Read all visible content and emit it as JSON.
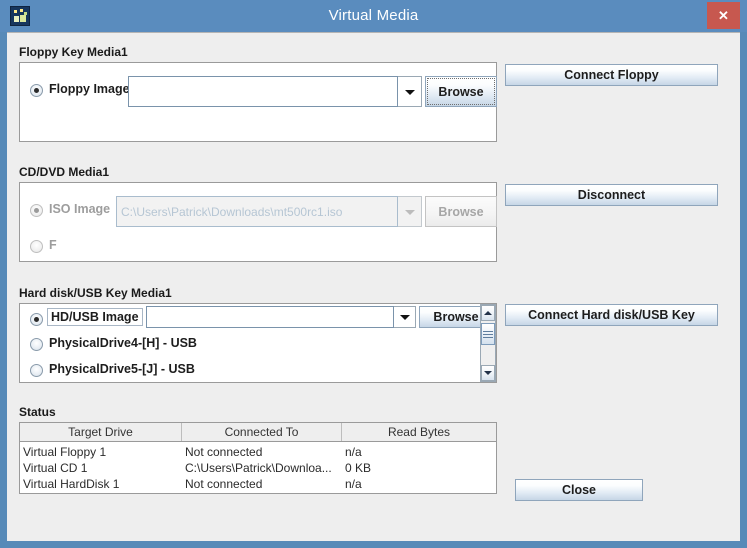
{
  "window": {
    "title": "Virtual Media",
    "icon": "app-icon",
    "close_label": "✕",
    "accent_title_bg": "#5a8cbe",
    "close_bg": "#c7584f",
    "panel_bg": "#eeeeee"
  },
  "floppy": {
    "group_label": "Floppy Key Media1",
    "radio_label": "Floppy Image",
    "radio_selected": true,
    "combo_value": "",
    "browse_label": "Browse",
    "action_label": "Connect Floppy"
  },
  "cddvd": {
    "group_label": "CD/DVD Media1",
    "radio_label": "ISO Image",
    "radio_selected": true,
    "disabled": true,
    "combo_value": "C:\\Users\\Patrick\\Downloads\\mt500rc1.iso",
    "browse_label": "Browse",
    "second_radio_label": "F",
    "second_radio_selected": false,
    "action_label": "Disconnect"
  },
  "harddisk": {
    "group_label": "Hard disk/USB Key Media1",
    "radio_label": "HD/USB Image",
    "radio_selected": true,
    "combo_value": "",
    "browse_label": "Browse",
    "drives": [
      {
        "label": "PhysicalDrive4-[H] - USB",
        "selected": false
      },
      {
        "label": "PhysicalDrive5-[J] - USB",
        "selected": false
      }
    ],
    "action_label": "Connect Hard disk/USB Key"
  },
  "status": {
    "group_label": "Status",
    "columns": [
      "Target Drive",
      "Connected To",
      "Read Bytes"
    ],
    "rows": [
      [
        "Virtual Floppy 1",
        "Not connected",
        "n/a"
      ],
      [
        "Virtual CD 1",
        "C:\\Users\\Patrick\\Downloa...",
        "0 KB"
      ],
      [
        "Virtual HardDisk 1",
        "Not connected",
        "n/a"
      ]
    ]
  },
  "footer": {
    "close_label": "Close"
  }
}
